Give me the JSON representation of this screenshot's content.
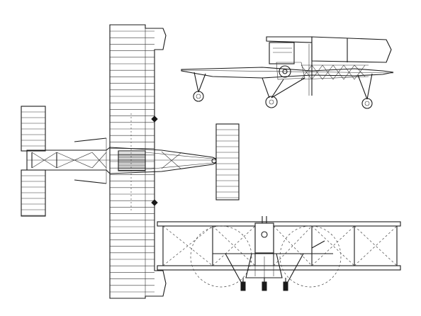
{
  "drawing": {
    "views": [
      "plan-view",
      "side-view",
      "front-view"
    ],
    "line_color": "#1a1a1a",
    "background": "#ffffff"
  }
}
